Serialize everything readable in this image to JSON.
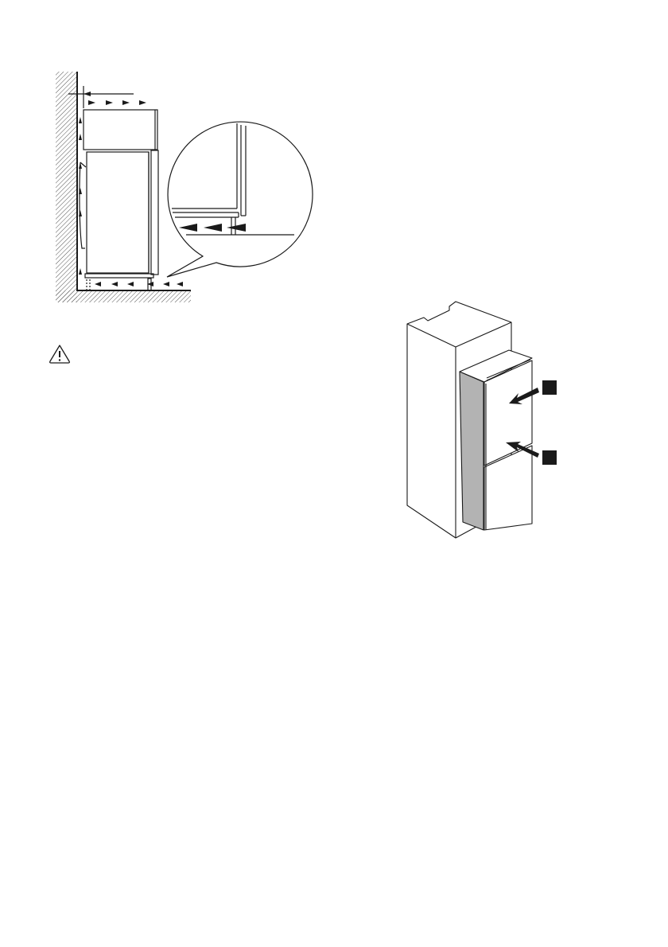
{
  "figures": [
    {
      "id": "ventilation-diagram",
      "icon": "ventilation-side-section"
    },
    {
      "id": "warning",
      "icon": "warning-triangle-icon"
    },
    {
      "id": "door-fitting-diagram",
      "icon": "fridge-door-installation",
      "markers": [
        "black-square",
        "black-square"
      ]
    }
  ],
  "colors": {
    "line": "#1a1a1a",
    "side_panel": "#b3b3b3",
    "marker": "#1a1a1a"
  }
}
